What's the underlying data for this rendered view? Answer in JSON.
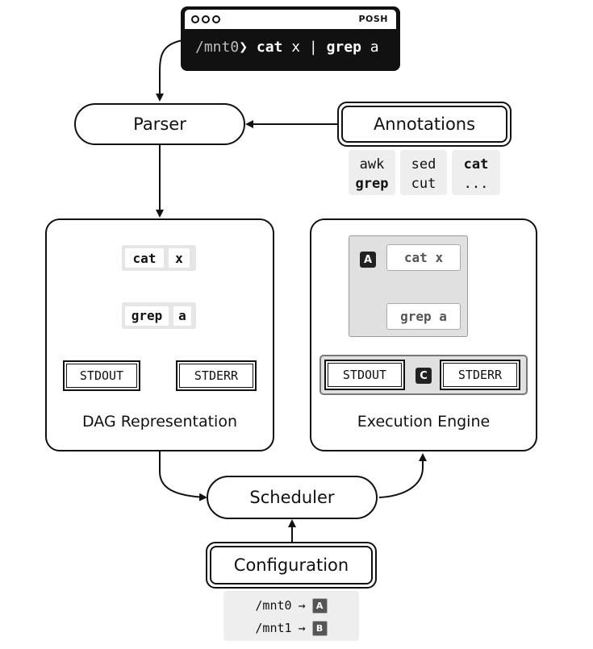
{
  "terminal": {
    "title": "POSH",
    "prompt": "/mnt0",
    "prompt_symbol": "❯",
    "cmd1": "cat",
    "arg1": " x ",
    "pipe": "|",
    "cmd2": "grep",
    "arg2": " a"
  },
  "parser": {
    "label": "Parser"
  },
  "annotations": {
    "label": "Annotations",
    "col1": [
      "awk",
      "grep"
    ],
    "col2": [
      "sed",
      "cut"
    ],
    "col3": [
      "cat",
      "..."
    ]
  },
  "dag": {
    "label": "DAG Representation",
    "node1": {
      "cmd": "cat",
      "arg": "x"
    },
    "node2": {
      "cmd": "grep",
      "arg": "a"
    },
    "stdout": "STDOUT",
    "stderr": "STDERR"
  },
  "engine": {
    "label": "Execution Engine",
    "group_a": "A",
    "group_c": "C",
    "node1": "cat x",
    "node2": "grep a",
    "stdout": "STDOUT",
    "stderr": "STDERR"
  },
  "scheduler": {
    "label": "Scheduler"
  },
  "configuration": {
    "label": "Configuration",
    "rows": [
      {
        "path": "/mnt0",
        "arrow": "→",
        "target": "A"
      },
      {
        "path": "/mnt1",
        "arrow": "→",
        "target": "B"
      }
    ]
  }
}
